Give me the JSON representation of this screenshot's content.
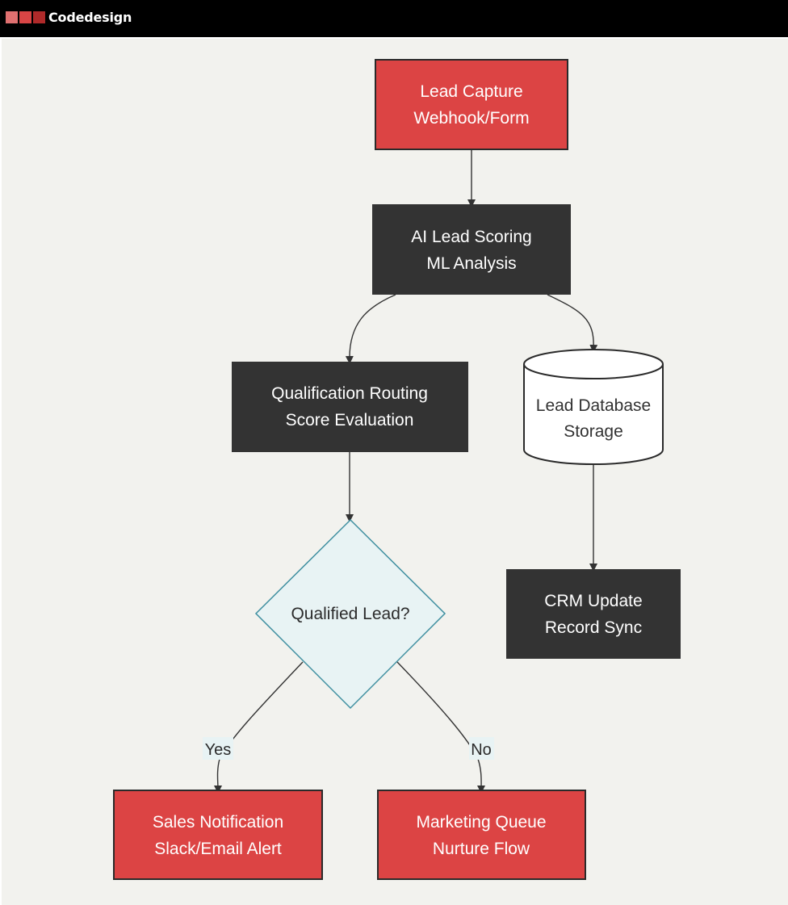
{
  "header": {
    "brand": "Codedesign",
    "logo_colors": [
      "#e07070",
      "#d84545",
      "#b02a2a"
    ]
  },
  "diagram": {
    "nodes": {
      "capture": {
        "line1": "Lead Capture",
        "line2": "Webhook/Form"
      },
      "scoring": {
        "line1": "AI Lead Scoring",
        "line2": "ML Analysis"
      },
      "routing": {
        "line1": "Qualification Routing",
        "line2": "Score Evaluation"
      },
      "database": {
        "line1": "Lead Database",
        "line2": "Storage"
      },
      "decision": {
        "label": "Qualified Lead?"
      },
      "crm": {
        "line1": "CRM Update",
        "line2": "Record Sync"
      },
      "sales": {
        "line1": "Sales Notification",
        "line2": "Slack/Email Alert"
      },
      "marketing": {
        "line1": "Marketing Queue",
        "line2": "Nurture Flow"
      }
    },
    "edges": {
      "yes_label": "Yes",
      "no_label": "No"
    }
  },
  "colors": {
    "accent_red": "#dc4444",
    "dark_box": "#333333",
    "decision_fill": "#e8f3f4",
    "decision_stroke": "#3f8fa0",
    "background": "#f2f2ee"
  }
}
